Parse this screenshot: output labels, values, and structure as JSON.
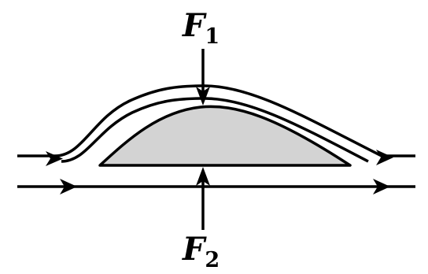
{
  "forces": {
    "top": {
      "symbol": "F",
      "subscript": "1"
    },
    "bottom": {
      "symbol": "F",
      "subscript": "2"
    }
  },
  "colors": {
    "stroke": "#000000",
    "airfoil_fill": "#d3d3d3",
    "background": "#ffffff"
  }
}
